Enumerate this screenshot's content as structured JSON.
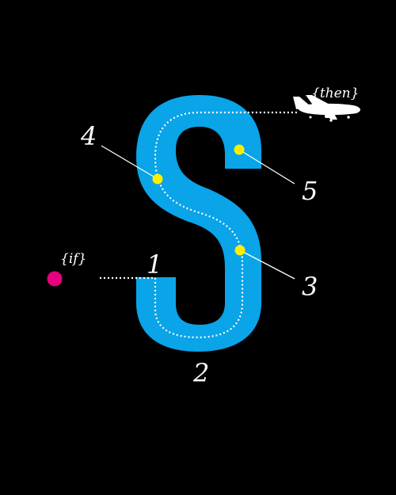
{
  "labels": {
    "start": "{if}",
    "end": "{then}",
    "points": [
      "1",
      "2",
      "3",
      "4",
      "5"
    ]
  },
  "colors": {
    "background": "#000000",
    "letter": "#0aa4e8",
    "path": "#ffffff",
    "start_marker": "#e6007e",
    "waypoint": "#ffee00"
  },
  "icons": {
    "start": "start-dot-icon",
    "end": "airplane-icon"
  }
}
